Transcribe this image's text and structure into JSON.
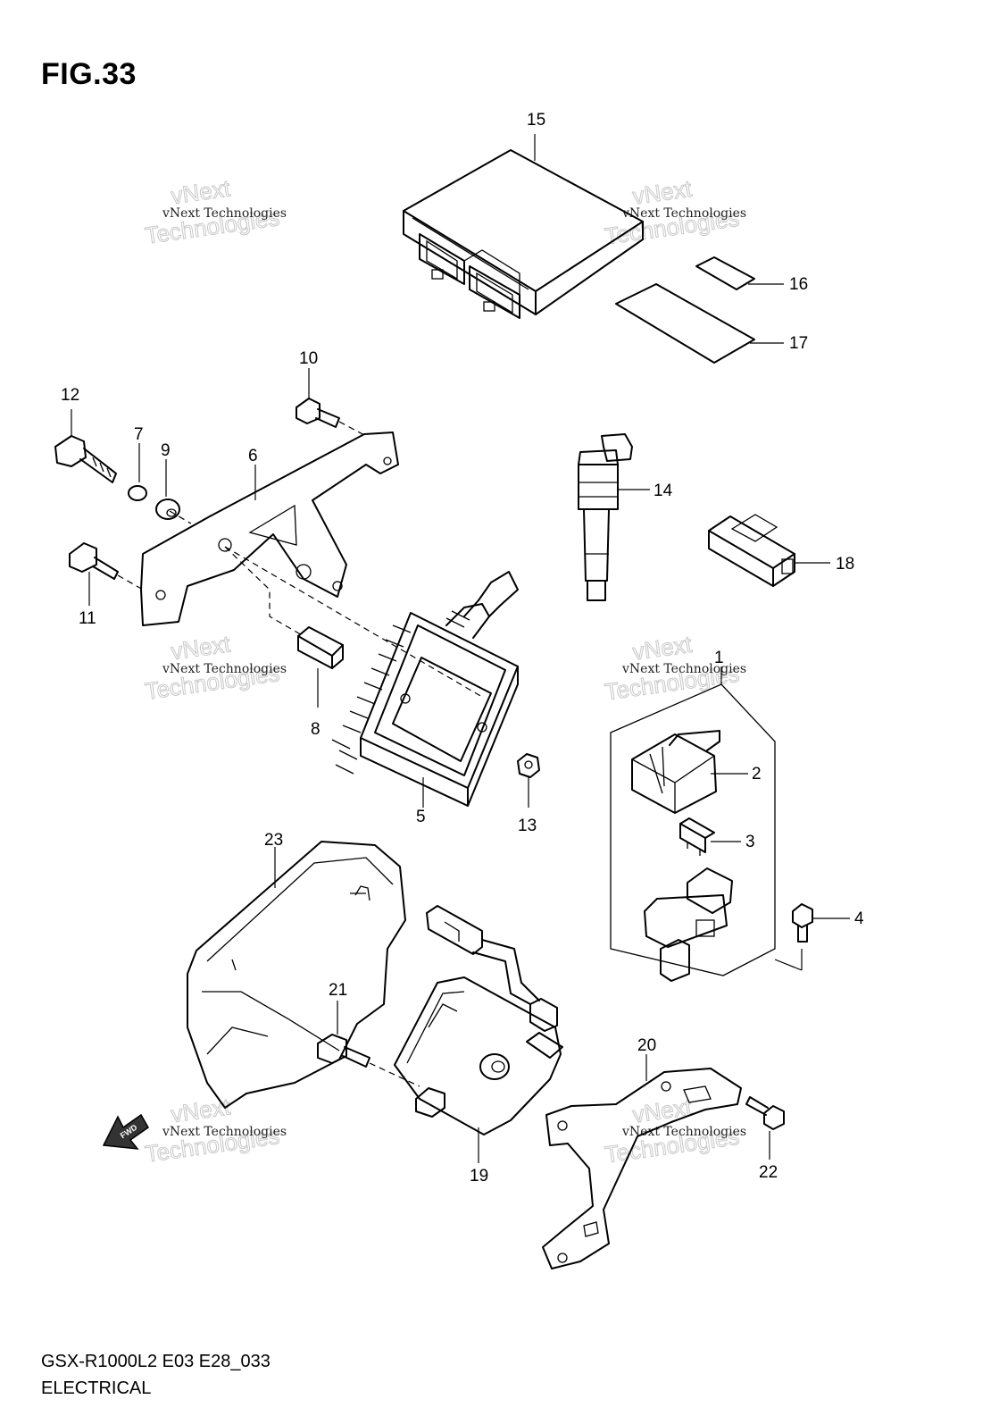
{
  "header": {
    "figure_title": "FIG.33"
  },
  "footer": {
    "model_code": "GSX-R1000L2 E03 E28_033",
    "section": "ELECTRICAL"
  },
  "watermark": {
    "small_text": "vNext Technologies",
    "large_line1": "vNext",
    "large_line2": "Technologies"
  },
  "fwd_label": "FWD",
  "callouts": {
    "c1": "1",
    "c2": "2",
    "c3": "3",
    "c4": "4",
    "c5": "5",
    "c6": "6",
    "c7": "7",
    "c8": "8",
    "c9": "9",
    "c10": "10",
    "c11": "11",
    "c12": "12",
    "c13": "13",
    "c14": "14",
    "c15": "15",
    "c16": "16",
    "c17": "17",
    "c18": "18",
    "c19": "19",
    "c20": "20",
    "c21": "21",
    "c22": "22",
    "c23": "23"
  }
}
